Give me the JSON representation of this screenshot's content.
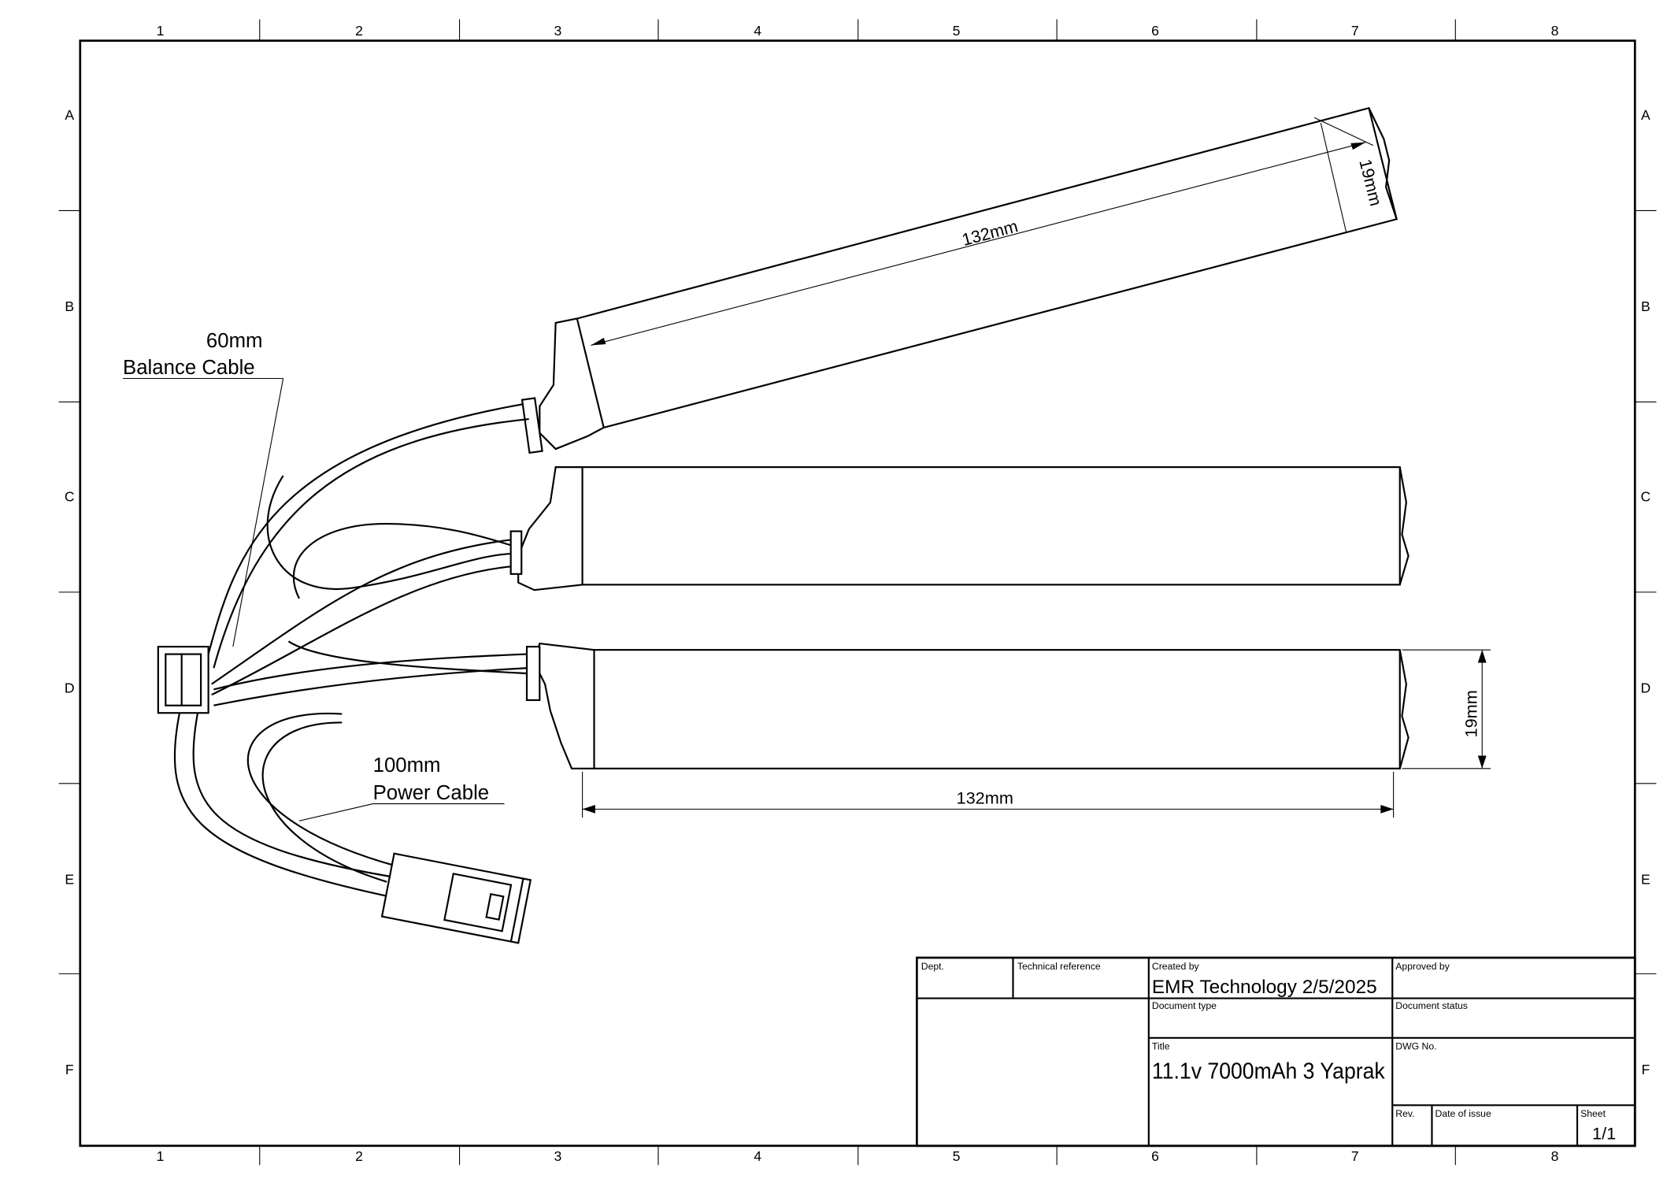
{
  "grid": {
    "columns": [
      "1",
      "2",
      "3",
      "4",
      "5",
      "6",
      "7",
      "8"
    ],
    "rows": [
      "A",
      "B",
      "C",
      "D",
      "E",
      "F"
    ]
  },
  "drawing": {
    "dim_top_length": "132mm",
    "dim_top_width": "19mm",
    "dim_bottom_length": "132mm",
    "dim_bottom_width": "19mm",
    "balance_length": "60mm",
    "balance_label": "Balance Cable",
    "power_length": "100mm",
    "power_label": "Power Cable"
  },
  "title_block": {
    "dept_label": "Dept.",
    "tech_ref_label": "Technical reference",
    "created_by_label": "Created by",
    "created_by_value": "EMR Technology  2/5/2025",
    "approved_by_label": "Approved by",
    "doc_type_label": "Document type",
    "doc_status_label": "Document status",
    "title_label": "Title",
    "title_value": "11.1v 7000mAh 3 Yaprak",
    "dwg_no_label": "DWG No.",
    "rev_label": "Rev.",
    "date_issue_label": "Date of issue",
    "sheet_label": "Sheet",
    "sheet_value": "1/1"
  }
}
